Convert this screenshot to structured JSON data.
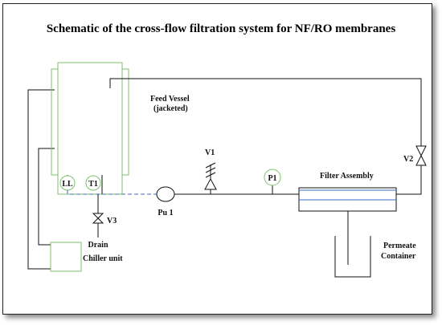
{
  "title": "Schematic of the cross-flow filtration system for NF/RO membranes",
  "labels": {
    "feed_vessel_line1": "Feed Vessel",
    "feed_vessel_line2": "(jacketed)",
    "ll": "LL",
    "t1": "T1",
    "v1": "V1",
    "v2": "V2",
    "v3": "V3",
    "p1": "P1",
    "pump": "Pu 1",
    "filter": "Filter Assembly",
    "drain": "Drain",
    "chiller": "Chiller unit",
    "permeate_line1": "Permeate",
    "permeate_line2": "Container"
  },
  "colors": {
    "equipment_outline": "#7cc36a",
    "pipe": "#111111",
    "chiller_line": "#3a6fc4",
    "filter_membrane": "#3a6fc4"
  }
}
